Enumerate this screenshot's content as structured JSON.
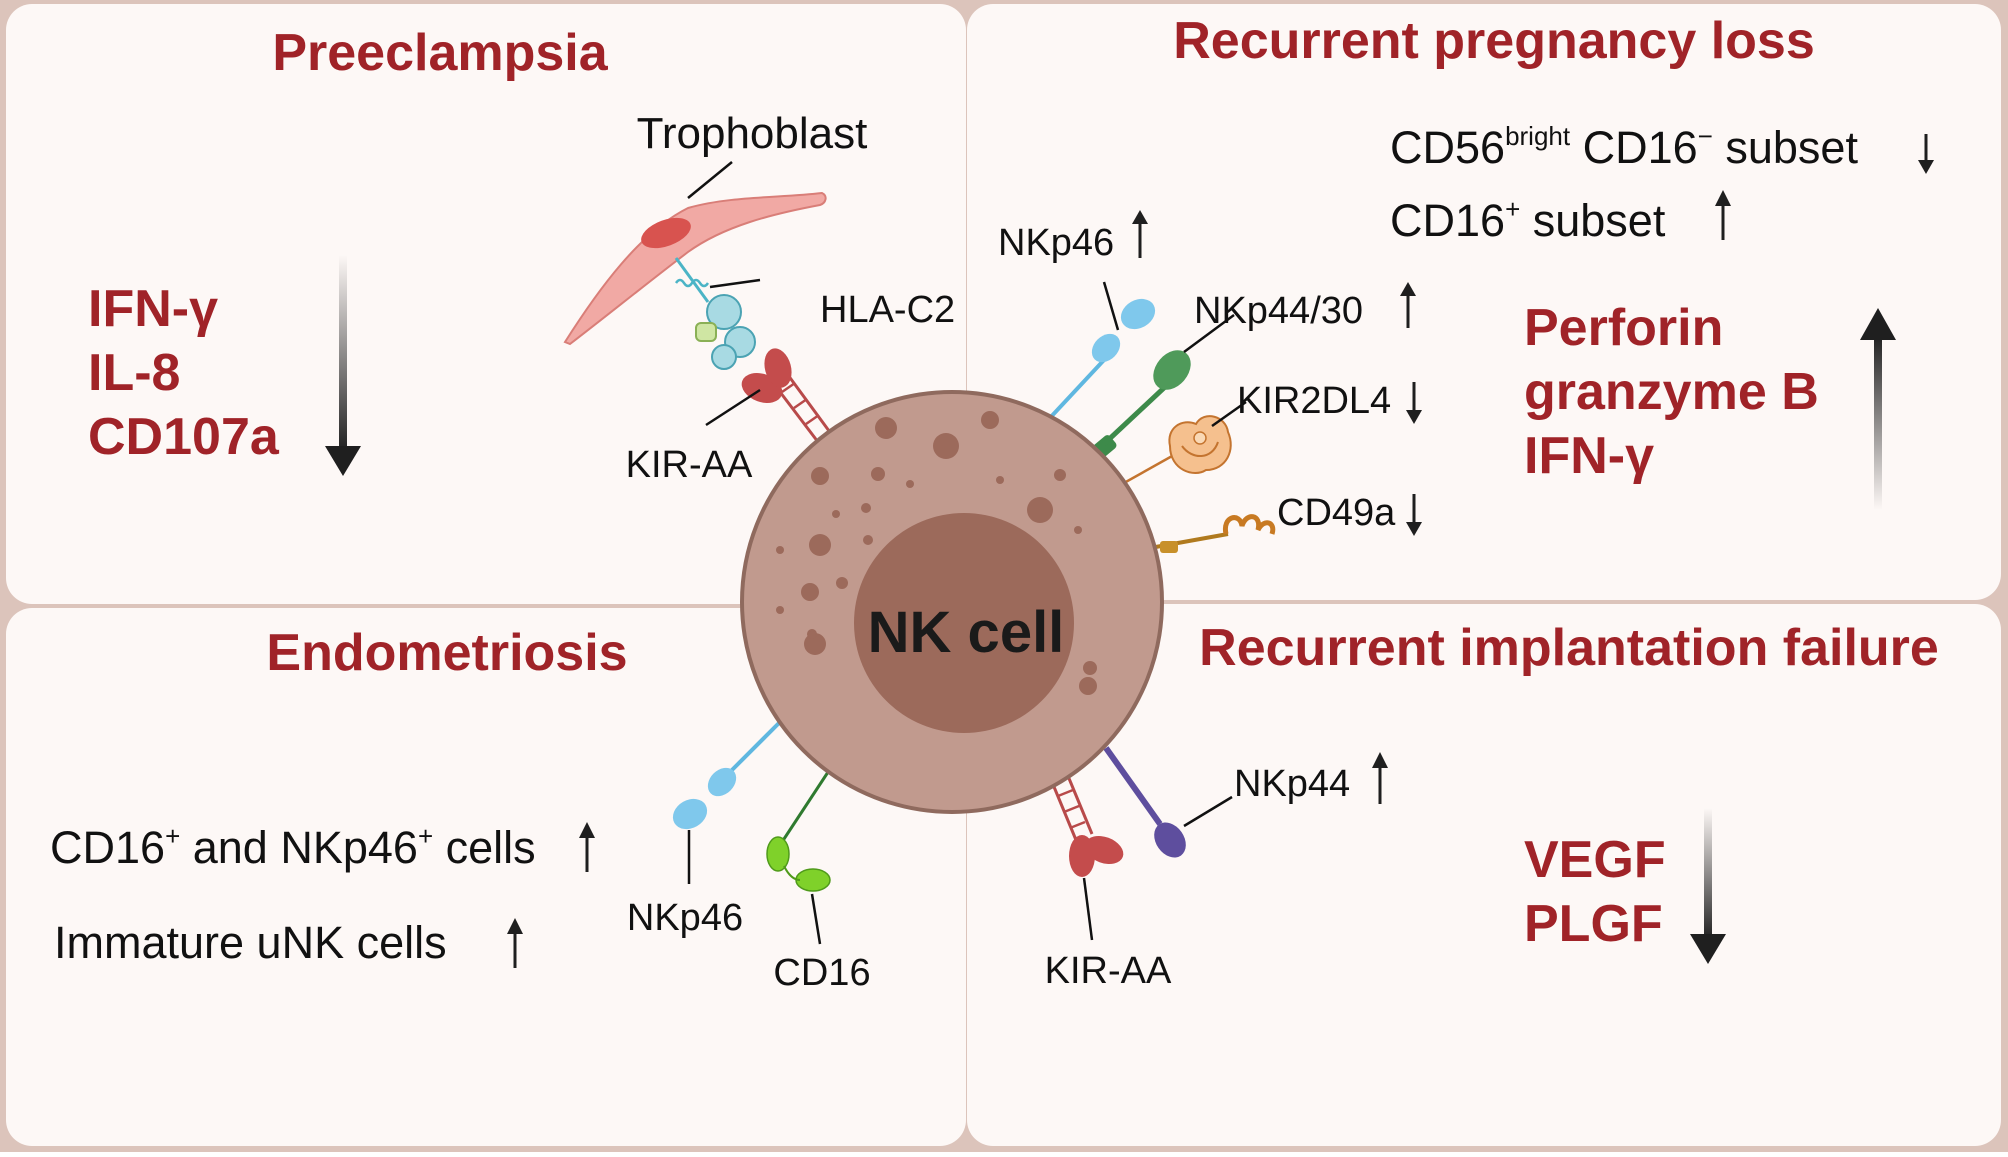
{
  "panels": {
    "preeclampsia": {
      "title": "Preeclampsia",
      "markers": [
        "IFN-γ",
        "IL-8",
        "CD107a"
      ],
      "labels": {
        "trophoblast": "Trophoblast",
        "hla": "HLA-C2",
        "kir": "KIR-AA"
      }
    },
    "rpl": {
      "title": "Recurrent pregnancy loss",
      "subset1": {
        "a": "CD56",
        "sup1": "bright",
        "b": " CD16",
        "sup2": "−",
        "c": " subset"
      },
      "subset2": {
        "a": "CD16",
        "sup": "+",
        "b": " subset"
      },
      "markers": [
        "Perforin",
        "granzyme B",
        "IFN-γ"
      ],
      "labels": {
        "nkp46": "NKp46",
        "nkp44_30": "NKp44/30",
        "kir2dl4": "KIR2DL4",
        "cd49a": "CD49a"
      }
    },
    "endometriosis": {
      "title": "Endometriosis",
      "line1": {
        "a": "CD16",
        "sup1": "+",
        "b": " and NKp46",
        "sup2": "+",
        "c": " cells"
      },
      "line2": "Immature uNK cells",
      "labels": {
        "nkp46": "NKp46",
        "cd16": "CD16"
      }
    },
    "rif": {
      "title": "Recurrent implantation failure",
      "markers": [
        "VEGF",
        "PLGF"
      ],
      "labels": {
        "kir": "KIR-AA",
        "nkp44": "NKp44"
      }
    }
  },
  "center": {
    "label": "NK cell"
  },
  "colors": {
    "title_red": "#a02328",
    "panel_bg": "#fdf8f6",
    "panel_border": "#dcc4bb",
    "cell_outer": "#c19a8e",
    "nucleus": "#9c6a5b",
    "arrow": "#1f1f1f"
  }
}
